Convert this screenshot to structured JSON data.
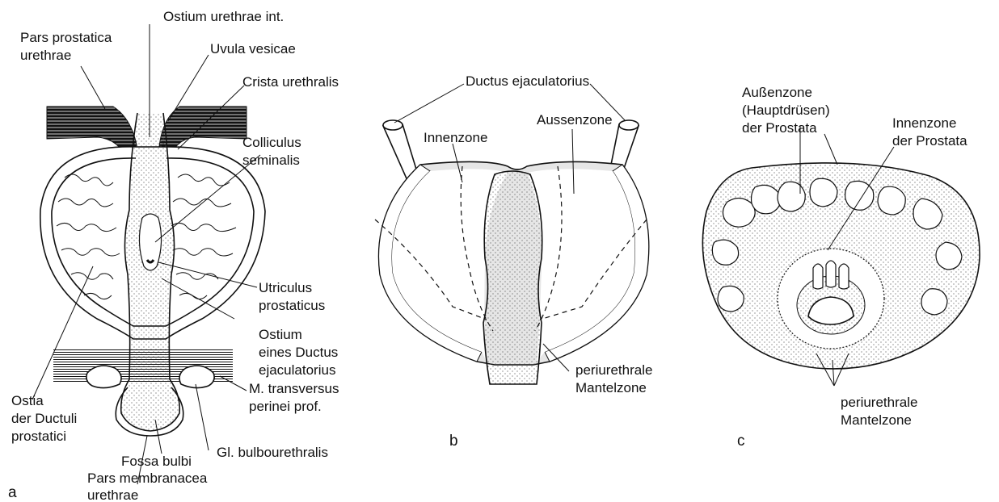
{
  "figure_a": {
    "subfigure_label": "a",
    "labels": {
      "ostium_urethrae_int": "Ostium urethrae int.",
      "pars_prostatica_1": "Pars prostatica",
      "pars_prostatica_2": "urethrae",
      "uvula_vesicae": "Uvula vesicae",
      "crista_urethralis": "Crista urethralis",
      "colliculus_1": "Colliculus",
      "colliculus_2": "seminalis",
      "utriculus_1": "Utriculus",
      "utriculus_2": "prostaticus",
      "ostium_ductus_1": "Ostium",
      "ostium_ductus_2": "eines Ductus",
      "ostium_ductus_3": "ejaculatorius",
      "ostia_ductuli_1": "Ostia",
      "ostia_ductuli_2": "der Ductuli",
      "ostia_ductuli_3": "prostatici",
      "m_transversus_1": "M. transversus",
      "m_transversus_2": "perinei prof.",
      "fossa_bulbi": "Fossa bulbi",
      "gl_bulbourethralis": "Gl. bulbourethralis",
      "pars_membranacea_1": "Pars membranacea",
      "pars_membranacea_2": "urethrae"
    }
  },
  "figure_b": {
    "subfigure_label": "b",
    "labels": {
      "ductus_ejaculatorius": "Ductus ejaculatorius",
      "innenzone": "Innenzone",
      "aussenzone": "Aussenzone",
      "periurethrale_1": "periurethrale",
      "periurethrale_2": "Mantelzone"
    }
  },
  "figure_c": {
    "subfigure_label": "c",
    "labels": {
      "aussenzone_1": "Außenzone",
      "aussenzone_2": "(Hauptdrüsen)",
      "aussenzone_3": "der Prostata",
      "innenzone_1": "Innenzone",
      "innenzone_2": "der Prostata",
      "periurethrale_1": "periurethrale",
      "periurethrale_2": "Mantelzone"
    }
  },
  "colors": {
    "ink": "#111111",
    "zone_fill": "#e6e6e6",
    "stipple": "#555555"
  }
}
